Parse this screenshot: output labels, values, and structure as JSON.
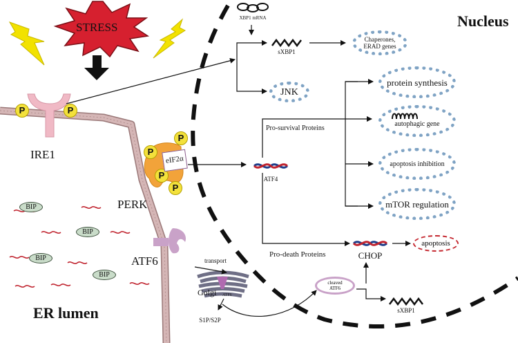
{
  "stress": "STRESS",
  "nucleus": "Nucleus",
  "er_lumen": "ER lumen",
  "receptors": {
    "ire1": "IRE1",
    "perk": "PERK",
    "atf6": "ATF6"
  },
  "phospho_label": "P",
  "eif2a": "eIF2α",
  "bip_label": "BIP",
  "xbp1_mrna": "XBP1 mRNA",
  "sxbp1": "sXBP1",
  "chaperones": "Chaperones,\nERAD genes",
  "jnk": "JNK",
  "atf4": "ATF4",
  "pro_survival": "Pro-survival Proteins",
  "pro_death": "Pro-death Proteins",
  "outputs": {
    "protein_synthesis": "protein synthesis",
    "autophagic_gene": "autophagic gene",
    "apoptosis_inhibition": "apoptosis inhibition",
    "mtor_regulation": "mTOR regulation"
  },
  "chop": "CHOP",
  "apoptosis": "apoptosis",
  "transport": "transport",
  "golgi": "Golgi",
  "golgi_atf6": "ATF6",
  "cleaved_atf6": "cleaved\nATF6",
  "sxbp1_bottom": "sXBP1",
  "s1p_s2p": "S1P/S2P",
  "colors": {
    "stress_fill": "#d6202f",
    "lightning": "#f2e200",
    "membrane": "#c9a7a7",
    "ire1": "#f0b9c5",
    "perk": "#f2a33a",
    "atf6": "#c9a2c8",
    "dotted_box": "#7fa3c4",
    "arrow": "#111111",
    "apoptosis_border": "#c4262e"
  }
}
